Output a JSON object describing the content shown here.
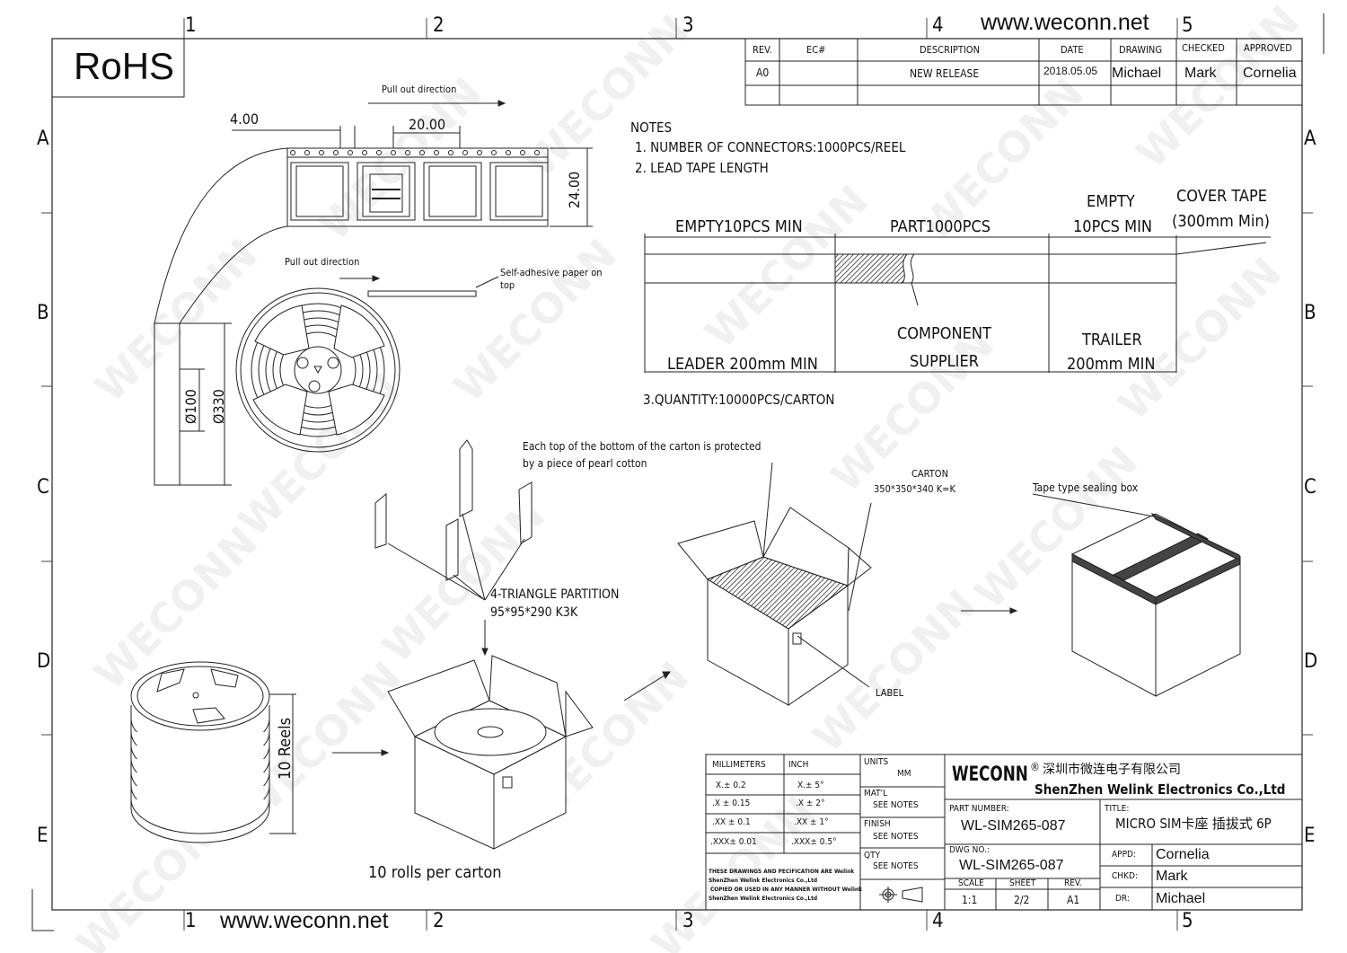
{
  "logo": {
    "rohs": "RoHS",
    "brand": "WECONN",
    "registered": "®",
    "watermark": "WECONN"
  },
  "website_top": "www.weconn.net",
  "website_bottom": "www.weconn.net",
  "zones": {
    "columns": [
      "1",
      "2",
      "3",
      "4",
      "5"
    ],
    "rows": [
      "A",
      "B",
      "C",
      "D",
      "E"
    ]
  },
  "revision_table": {
    "headers": [
      "REV.",
      "EC#",
      "DESCRIPTION",
      "DATE",
      "DRAWING",
      "CHECKED",
      "APPROVED"
    ],
    "rows": [
      [
        "A0",
        "",
        "NEW RELEASE",
        "2018.05.05",
        "Michael",
        "Mark",
        "Cornelia"
      ]
    ]
  },
  "notes": {
    "title": "NOTES",
    "items": [
      "1. NUMBER OF CONNECTORS:1000PCS/REEL",
      "2. LEAD TAPE LENGTH",
      "3.QUANTITY:10000PCS/CARTON"
    ]
  },
  "tape_diagram": {
    "empty_lead": "EMPTY10PCS MIN",
    "part": "PART1000PCS",
    "empty_trail_1": "EMPTY",
    "empty_trail_2": "10PCS MIN",
    "cover_tape_1": "COVER TAPE",
    "cover_tape_2": "(300mm Min)",
    "leader": "LEADER 200mm MIN",
    "component_1": "COMPONENT",
    "component_2": "SUPPLIER",
    "trailer_1": "TRAILER",
    "trailer_2": "200mm MIN"
  },
  "reel_view": {
    "pitch": "4.00",
    "pocket_pitch": "20.00",
    "width": "24.00",
    "pull_out_1": "Pull out direction",
    "pull_out_2": "Pull out direction",
    "adhesive_1": "Self-adhesive paper on",
    "adhesive_2": "top",
    "hub_dia": "Ø100",
    "reel_dia": "Ø330"
  },
  "packing": {
    "pearl_1": "Each top of the bottom of the carton is protected",
    "pearl_2": "by a piece of pearl cotton",
    "partition_1": "4-TRIANGLE PARTITION",
    "partition_2": "95*95*290 K3K",
    "carton_1": "CARTON",
    "carton_2": "350*350*340 K=K",
    "sealing": "Tape type sealing box",
    "label": "LABEL",
    "reels": "10 Reels",
    "rolls": "10 rolls per carton"
  },
  "title_block": {
    "tolerances": {
      "mm_header": "MILLIMETERS",
      "inch_header": "INCH",
      "mm": [
        "X.±   0.2",
        ".X  ±  0.15",
        ".XX  ±  0.1",
        ".XXX±  0.01"
      ],
      "inch": [
        "X.±   5°",
        ".X  ±  2°",
        ".XX ±  1°",
        ".XXX±  0.5°"
      ]
    },
    "disclaimer": [
      "THESE DRAWINGS AND PECIFICATION ARE Welink",
      "ShenZhen Welink Electronics Co.,Ltd",
      "COPIED OR USED IN ANY MANNER WITHOUT Welink",
      "ShenZhen Welink Electronics Co.,Ltd"
    ],
    "units_label": "UNITS",
    "units_value": "MM",
    "matl_label": "MAT'L",
    "matl_value": "SEE NOTES",
    "finish_label": "FINISH",
    "finish_value": "SEE NOTES",
    "qty_label": "QTY",
    "qty_value": "SEE NOTES",
    "company_cn": "深圳市微连电子有限公司",
    "company_en": "ShenZhen Welink Electronics Co.,Ltd",
    "part_number_label": "PART NUMBER:",
    "part_number": "WL-SIM265-087",
    "title_label": "TITLE:",
    "title": "MICRO SIM卡座 插拔式 6P",
    "dwg_no_label": "DWG NO.:",
    "dwg_no": "WL-SIM265-087",
    "scale_label": "SCALE",
    "scale": "1:1",
    "sheet_label": "SHEET",
    "sheet": "2/2",
    "rev_label": "REV.",
    "rev": "A1",
    "appd_label": "APPD:",
    "appd": "Cornelia",
    "chkd_label": "CHKD:",
    "chkd": "Mark",
    "dr_label": "DR:",
    "dr": "Michael"
  }
}
